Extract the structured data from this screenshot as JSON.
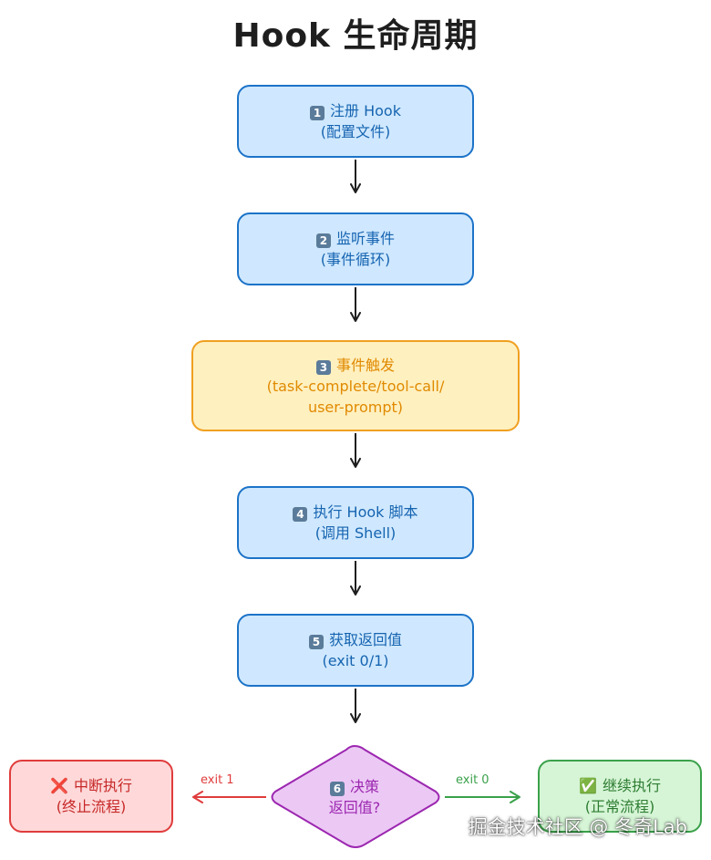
{
  "title": "Hook 生命周期",
  "nodes": {
    "register": {
      "badge": "1",
      "line1": "注册 Hook",
      "line2": "(配置文件)"
    },
    "listen": {
      "badge": "2",
      "line1": "监听事件",
      "line2": "(事件循环)"
    },
    "trigger": {
      "badge": "3",
      "line1": "事件触发",
      "line2": "(task-complete/tool-call/",
      "line3": "user-prompt)"
    },
    "execute": {
      "badge": "4",
      "line1": "执行 Hook 脚本",
      "line2": "(调用 Shell)"
    },
    "return": {
      "badge": "5",
      "line1": "获取返回值",
      "line2": "(exit 0/1)"
    },
    "decide": {
      "badge": "6",
      "line1": "决策",
      "line2": "返回值?"
    },
    "interrupt": {
      "icon": "❌",
      "line1": "中断执行",
      "line2": "(终止流程)"
    },
    "continue": {
      "icon": "✅",
      "line1": "继续执行",
      "line2": "(正常流程)"
    }
  },
  "edges": {
    "exit1_label": "exit 1",
    "exit0_label": "exit 0"
  },
  "colors": {
    "blue_fill": "#cfe8ff",
    "blue_stroke": "#1c73c8",
    "yellow_fill": "#fff0c0",
    "yellow_stroke": "#f0a020",
    "purple_fill": "#ecc8f5",
    "purple_stroke": "#9c27b0",
    "red_fill": "#ffd9d9",
    "red_stroke": "#e03c3c",
    "green_fill": "#d6f5d6",
    "green_stroke": "#3aa14a"
  },
  "watermark": "掘金技术社区 @ 冬奇Lab"
}
